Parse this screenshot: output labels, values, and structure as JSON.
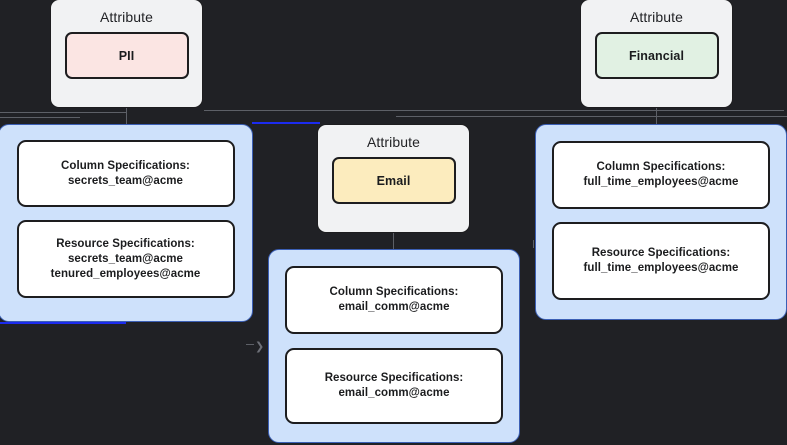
{
  "theme": {
    "canvas_background": "#202125",
    "attribute_group_background": "#f1f2f3",
    "spec_panel_background": "#cee1fb",
    "spec_card_background": "#ffffff",
    "edge_color": "#5d6067",
    "highlight_edge_color": "#1c2bf0",
    "chip_colors": {
      "pii": "#fbe5e3",
      "email": "#fcecbe",
      "financial": "#e1f1e3"
    }
  },
  "graph": {
    "attribute_groups": [
      {
        "id": "pii",
        "title": "Attribute",
        "chip_label": "PII"
      },
      {
        "id": "email",
        "title": "Attribute",
        "chip_label": "Email"
      },
      {
        "id": "financial",
        "title": "Attribute",
        "chip_label": "Financial"
      }
    ],
    "spec_panels": [
      {
        "id": "pii-specs",
        "cards": [
          {
            "id": "pii-column-specs",
            "heading": "Column Specifications:",
            "values": [
              "secrets_team@acme"
            ]
          },
          {
            "id": "pii-resource-specs",
            "heading": "Resource Specifications:",
            "values": [
              "secrets_team@acme",
              "tenured_employees@acme"
            ]
          }
        ]
      },
      {
        "id": "email-specs",
        "cards": [
          {
            "id": "email-column-specs",
            "heading": "Column Specifications:",
            "values": [
              "email_comm@acme"
            ]
          },
          {
            "id": "email-resource-specs",
            "heading": "Resource Specifications:",
            "values": [
              "email_comm@acme"
            ]
          }
        ]
      },
      {
        "id": "financial-specs",
        "cards": [
          {
            "id": "financial-column-specs",
            "heading": "Column Specifications:",
            "values": [
              "full_time_employees@acme"
            ]
          },
          {
            "id": "financial-resource-specs",
            "heading": "Resource Specifications:",
            "values": [
              "full_time_employees@acme"
            ]
          }
        ]
      }
    ],
    "markers": {
      "collapse_chevron": "❯"
    }
  }
}
